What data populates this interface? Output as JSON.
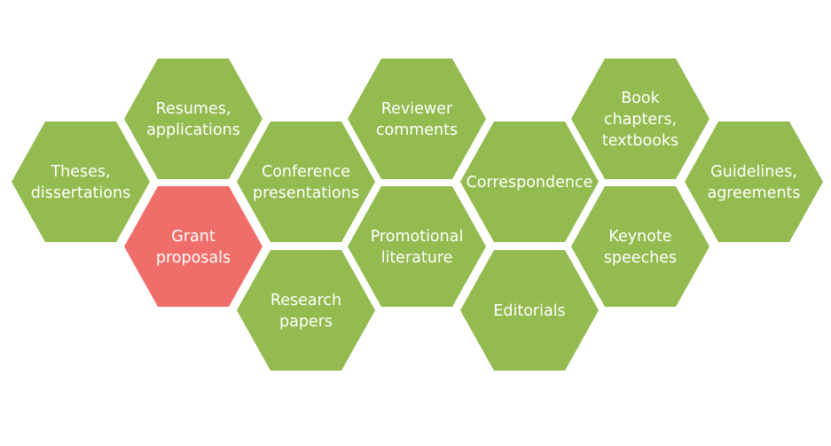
{
  "colors": {
    "default_fill": "#93bb4f",
    "highlight_fill": "#ef6e69",
    "text": "#ffffff",
    "background": "#ffffff"
  },
  "hexagons": [
    {
      "id": "theses",
      "lines": [
        "Theses,",
        "dissertations"
      ],
      "highlight": false
    },
    {
      "id": "resumes",
      "lines": [
        "Resumes,",
        "applications"
      ],
      "highlight": false
    },
    {
      "id": "grant",
      "lines": [
        "Grant",
        "proposals"
      ],
      "highlight": true
    },
    {
      "id": "conference",
      "lines": [
        "Conference",
        "presentations"
      ],
      "highlight": false
    },
    {
      "id": "research",
      "lines": [
        "Research",
        "papers"
      ],
      "highlight": false
    },
    {
      "id": "reviewer",
      "lines": [
        "Reviewer",
        "comments"
      ],
      "highlight": false
    },
    {
      "id": "promotional",
      "lines": [
        "Promotional",
        "literature"
      ],
      "highlight": false
    },
    {
      "id": "correspondence",
      "lines": [
        "Correspondence"
      ],
      "highlight": false
    },
    {
      "id": "editorials",
      "lines": [
        "Editorials"
      ],
      "highlight": false
    },
    {
      "id": "book",
      "lines": [
        "Book",
        "chapters,",
        "textbooks"
      ],
      "highlight": false
    },
    {
      "id": "keynote",
      "lines": [
        "Keynote",
        "speeches"
      ],
      "highlight": false
    },
    {
      "id": "guidelines",
      "lines": [
        "Guidelines,",
        "agreements"
      ],
      "highlight": false
    }
  ]
}
